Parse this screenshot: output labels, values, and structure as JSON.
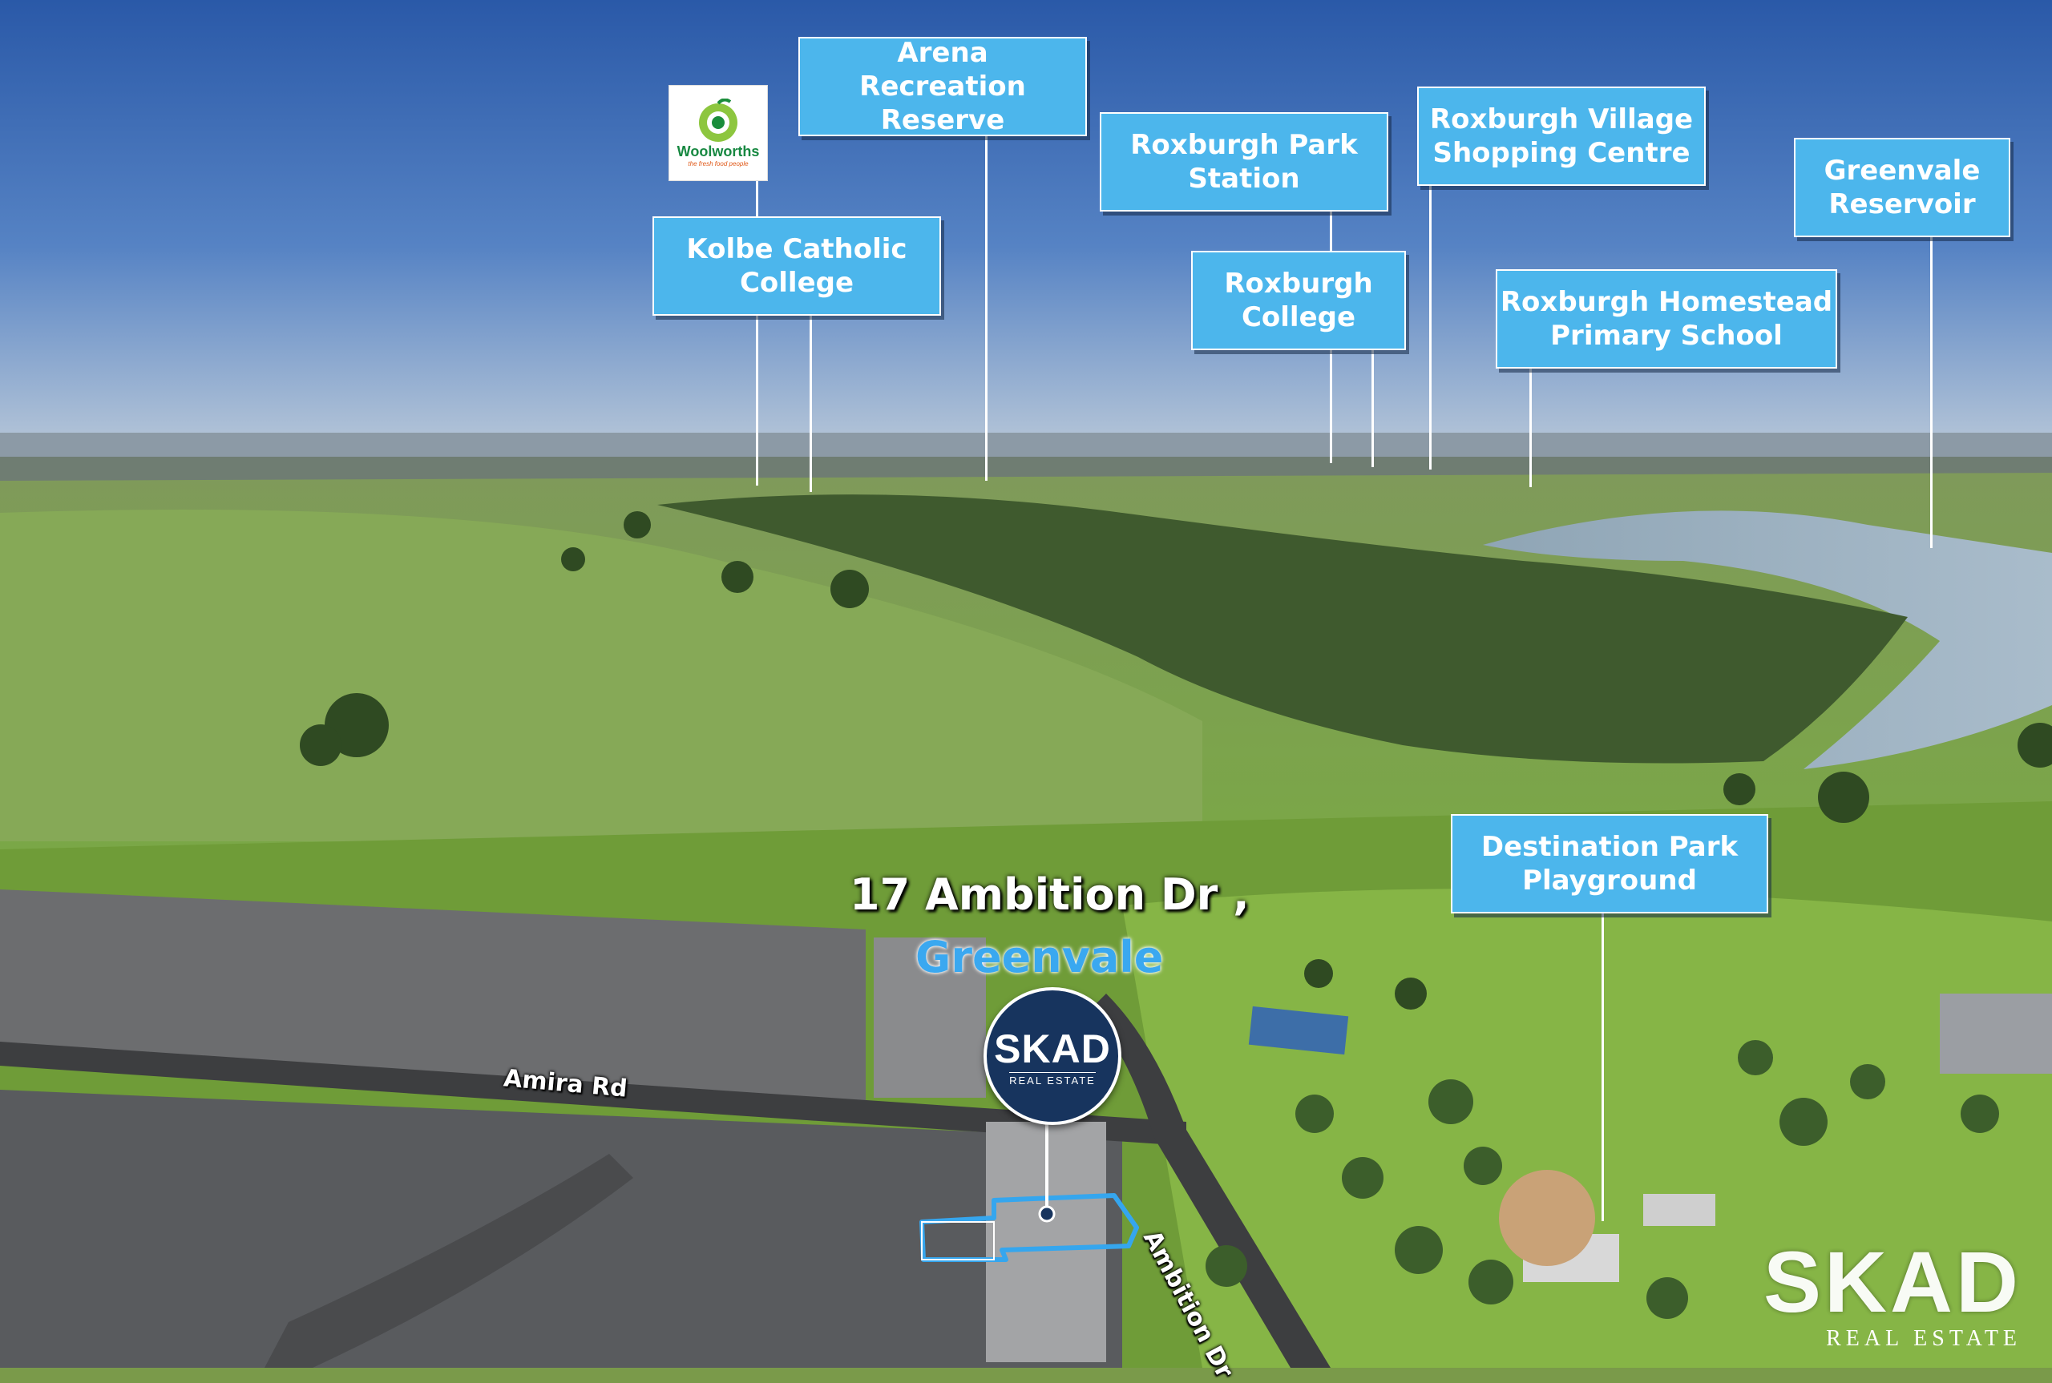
{
  "landmarks": [
    {
      "id": "arena",
      "label": "Arena\nRecreation Reserve"
    },
    {
      "id": "roxburgh-park-station",
      "label": "Roxburgh Park\nStation"
    },
    {
      "id": "roxburgh-village",
      "label": "Roxburgh Village\nShopping Centre"
    },
    {
      "id": "greenvale-reservoir",
      "label": "Greenvale\nReservoir"
    },
    {
      "id": "kolbe",
      "label": "Kolbe Catholic\nCollege"
    },
    {
      "id": "roxburgh-college",
      "label": "Roxburgh\nCollege"
    },
    {
      "id": "roxburgh-homestead",
      "label": "Roxburgh Homestead\nPrimary School"
    },
    {
      "id": "destination-park",
      "label": "Destination Park\nPlayground"
    }
  ],
  "address": {
    "line1": "17 Ambition Dr ,",
    "line2": "Greenvale"
  },
  "roads": {
    "amira": "Amira Rd",
    "ambition": "Ambition Dr"
  },
  "woolworths": {
    "name": "Woolworths",
    "tagline": "the fresh food people"
  },
  "branding": {
    "name": "SKAD",
    "subtitle": "REAL ESTATE"
  },
  "colors": {
    "label_bg": "#4cb6ec",
    "accent": "#3aa8f0",
    "badge_bg": "#17345e"
  }
}
